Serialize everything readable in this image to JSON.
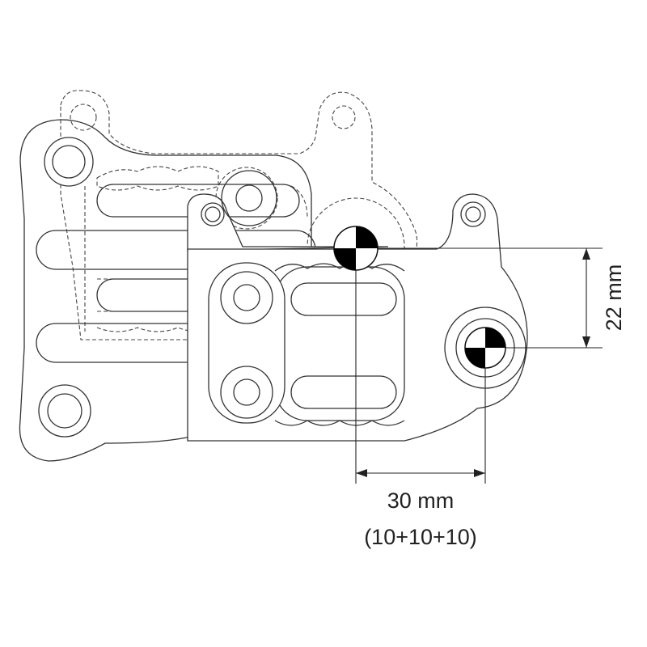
{
  "dimensions": {
    "vertical": {
      "label": "22 mm",
      "value_mm": 22
    },
    "horizontal": {
      "label": "30 mm",
      "breakdown": "(10+10+10)",
      "value_mm": 30
    }
  },
  "colors": {
    "line": "#333333",
    "cg_fill": "#000000",
    "background": "#ffffff"
  }
}
